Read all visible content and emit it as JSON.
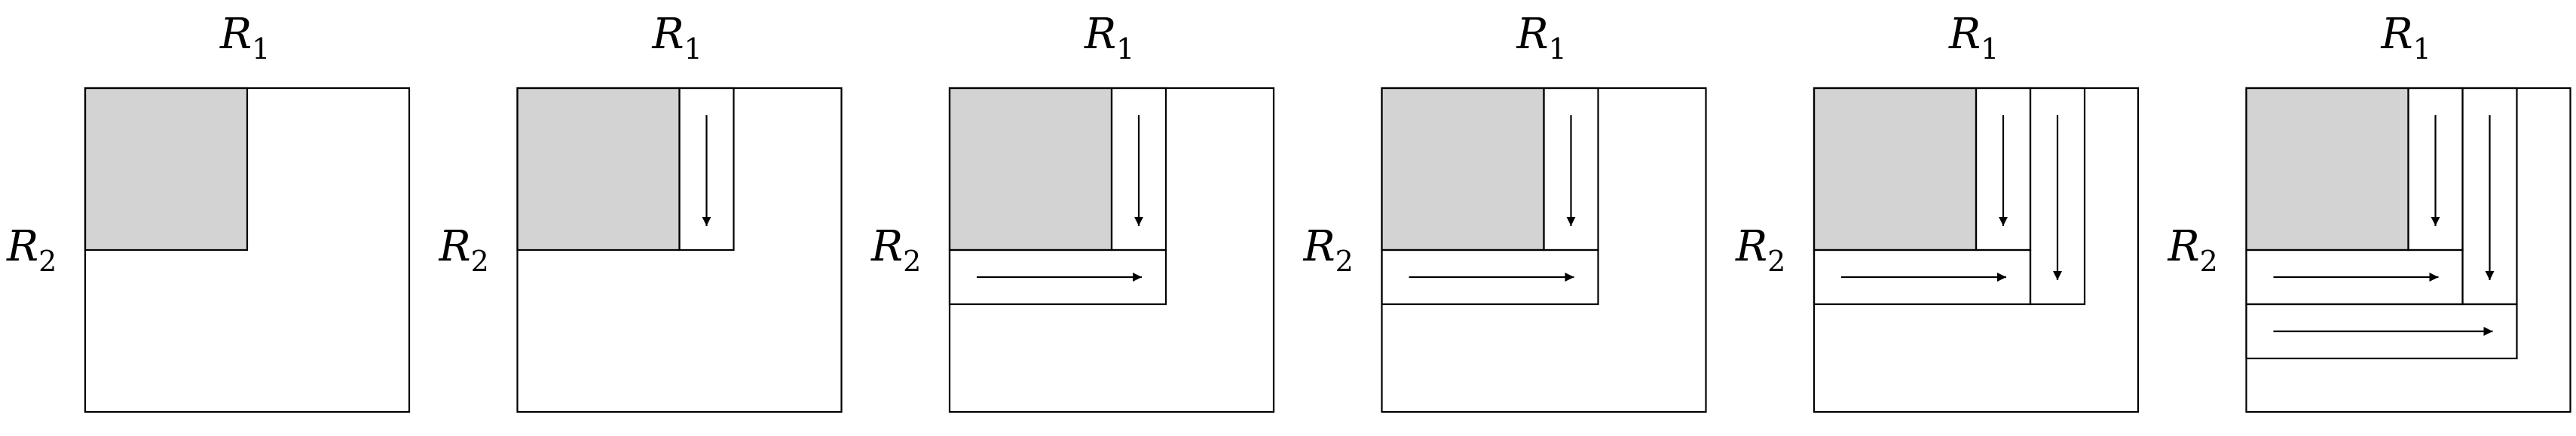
{
  "figure": {
    "top_label": {
      "var": "R",
      "sub": "1"
    },
    "left_label": {
      "var": "R",
      "sub": "2"
    }
  },
  "colors": {
    "shaded_region": "#d3d3d3",
    "outline": "#000000",
    "background": "#ffffff"
  },
  "panels": [
    {
      "step": 1,
      "vertical_strips": 0,
      "horizontal_strips": 0
    },
    {
      "step": 2,
      "vertical_strips": 1,
      "horizontal_strips": 0
    },
    {
      "step": 3,
      "vertical_strips": 1,
      "horizontal_strips": 1
    },
    {
      "step": 4,
      "vertical_strips": 1,
      "horizontal_strips": 1
    },
    {
      "step": 5,
      "vertical_strips": 2,
      "horizontal_strips": 1
    },
    {
      "step": 6,
      "vertical_strips": 2,
      "horizontal_strips": 2
    }
  ]
}
